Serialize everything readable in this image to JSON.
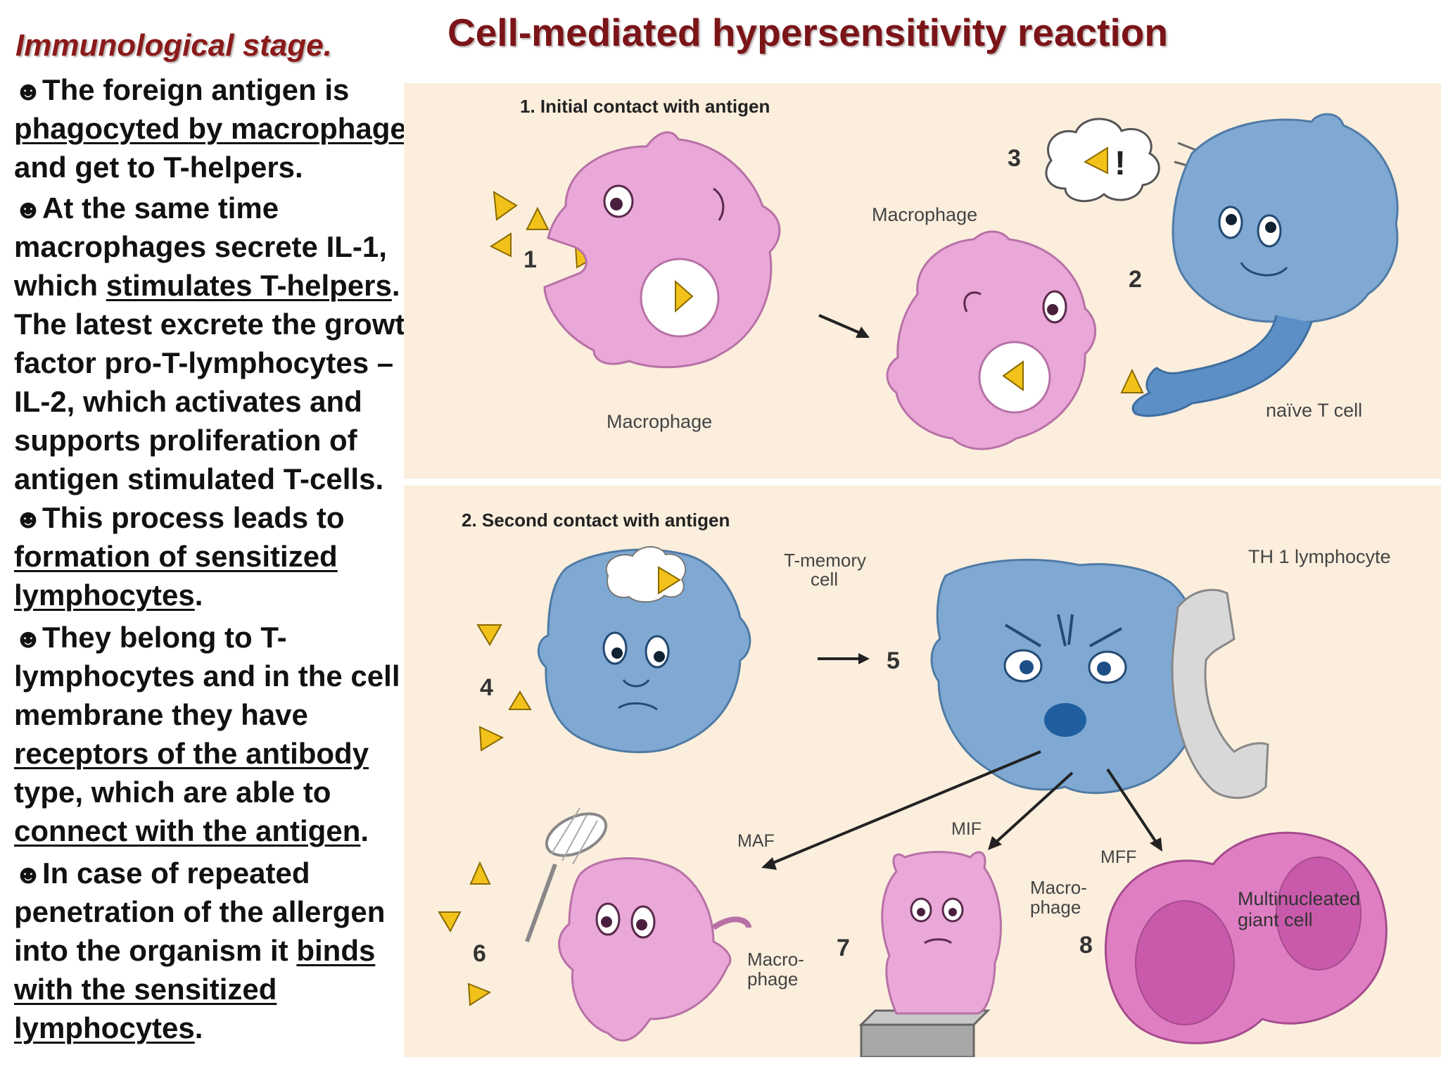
{
  "slide": {
    "title": "Cell-mediated hypersensitivity reaction",
    "stage_heading": "Immunological stage."
  },
  "bullets": [
    {
      "symbol": "☻",
      "lines": [
        [
          {
            "t": "The foreign antigen is"
          }
        ],
        [
          {
            "t": "phagocyted by macrophages",
            "u": true
          }
        ],
        [
          {
            "t": "and get to T-helpers."
          }
        ]
      ]
    },
    {
      "symbol": "☻",
      "lines": [
        [
          {
            "t": "At the same time"
          }
        ],
        [
          {
            "t": "macrophages secrete  IL-1,"
          }
        ],
        [
          {
            "t": "which "
          },
          {
            "t": "stimulates T-helpers",
            "u": true
          },
          {
            "t": "."
          }
        ],
        [
          {
            "t": "The latest excrete the growth"
          }
        ],
        [
          {
            "t": "factor pro-T-lymphocytes –"
          }
        ],
        [
          {
            "t": "IL-2, which activates and"
          }
        ],
        [
          {
            "t": "supports proliferation of"
          }
        ],
        [
          {
            "t": "antigen stimulated T-cells."
          }
        ]
      ]
    },
    {
      "symbol": "☻",
      "lines": [
        [
          {
            "t": "This process leads to"
          }
        ],
        [
          {
            "t": "formation of sensitized",
            "u": true
          }
        ],
        [
          {
            "t": "lymphocytes",
            "u": true
          },
          {
            "t": "."
          }
        ]
      ]
    },
    {
      "symbol": "☻",
      "lines": [
        [
          {
            "t": "They belong to T-"
          }
        ],
        [
          {
            "t": "lymphocytes and in the cell"
          }
        ],
        [
          {
            "t": "membrane they have"
          }
        ],
        [
          {
            "t": "receptors of the antibody",
            "u": true
          }
        ],
        [
          {
            "t": "type, which are able to"
          }
        ],
        [
          {
            "t": "connect with the antigen",
            "u": true
          },
          {
            "t": "."
          }
        ]
      ]
    },
    {
      "symbol": "☻",
      "lines": [
        [
          {
            "t": "In case of repeated"
          }
        ],
        [
          {
            "t": "penetration of the allergen"
          }
        ],
        [
          {
            "t": "into the organism it "
          },
          {
            "t": "binds",
            "u": true
          }
        ],
        [
          {
            "t": "with the sensitized",
            "u": true
          }
        ],
        [
          {
            "t": "lymphocytes",
            "u": true
          },
          {
            "t": "."
          }
        ]
      ]
    }
  ],
  "figure": {
    "panel1": {
      "heading": "1. Initial contact with antigen",
      "labels": {
        "macrophage_a": "Macrophage",
        "macrophage_b": "Macrophage",
        "naive_t_cell": "naïve T cell",
        "step1": "1",
        "step2": "2",
        "step3": "3",
        "exclaim": "!"
      }
    },
    "panel2": {
      "heading": "2. Second contact with antigen",
      "labels": {
        "t_memory_1": "T-memory",
        "t_memory_2": "cell",
        "th1": "TH 1 lymphocyte",
        "step4": "4",
        "step5": "5",
        "step6": "6",
        "step7": "7",
        "step8": "8",
        "maf": "MAF",
        "mif": "MIF",
        "mff": "MFF",
        "macro6_1": "Macro-",
        "macro6_2": "phage",
        "macro7_1": "Macro-",
        "macro7_2": "phage",
        "giant_1": "Multinucleated",
        "giant_2": "giant cell"
      }
    },
    "colors": {
      "panel_bg": "#fbeedd",
      "macrophage": "#e9a8d8",
      "t_cell": "#7fa9d3",
      "antigen": "#f2c21a",
      "title": "#7b1418"
    }
  }
}
